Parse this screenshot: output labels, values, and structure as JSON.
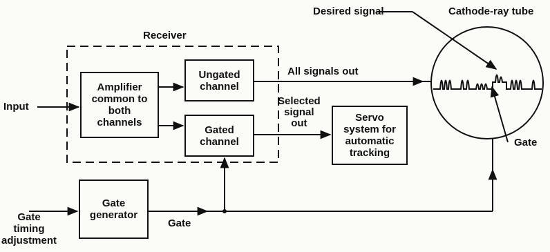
{
  "labels": {
    "receiver": "Receiver",
    "input": "Input",
    "all_signals_out": "All signals out",
    "selected_signal_out": "Selected\nsignal\nout",
    "gate_timing_adjustment": "Gate\ntiming\nadjustment",
    "gate_line": "Gate",
    "desired_signal": "Desired signal",
    "cathode_ray_tube": "Cathode-ray tube",
    "crt_gate": "Gate"
  },
  "blocks": {
    "amplifier": "Amplifier\ncommon to\nboth\nchannels",
    "ungated_channel": "Ungated\nchannel",
    "gated_channel": "Gated\nchannel",
    "servo_system": "Servo\nsystem for\nautomatic\ntracking",
    "gate_generator": "Gate\ngenerator"
  }
}
